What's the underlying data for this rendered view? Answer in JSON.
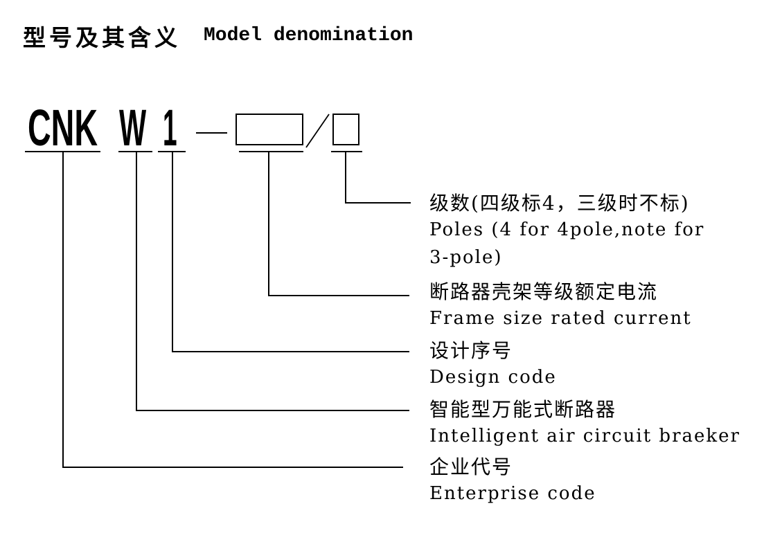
{
  "title": {
    "zh": "型号及其含义",
    "en": "Model denomination"
  },
  "model": {
    "enterprise_code": "CNK",
    "series_letter": "W",
    "design_number": "1"
  },
  "labels": [
    {
      "id": "poles",
      "zh": "级数(四级标4，三级时不标)",
      "en": "Poles (4 for 4pole,note for",
      "en2": "3-pole)"
    },
    {
      "id": "frame-current",
      "zh": "断路器壳架等级额定电流",
      "en": "Frame size rated current"
    },
    {
      "id": "design-code",
      "zh": "设计序号",
      "en": "Design code"
    },
    {
      "id": "breaker-type",
      "zh": "智能型万能式断路器",
      "en": "Intelligent air circuit braeker"
    },
    {
      "id": "enterprise-code",
      "zh": "企业代号",
      "en": "Enterprise code"
    }
  ],
  "colors": {
    "ink": "#000000",
    "background": "#ffffff"
  }
}
